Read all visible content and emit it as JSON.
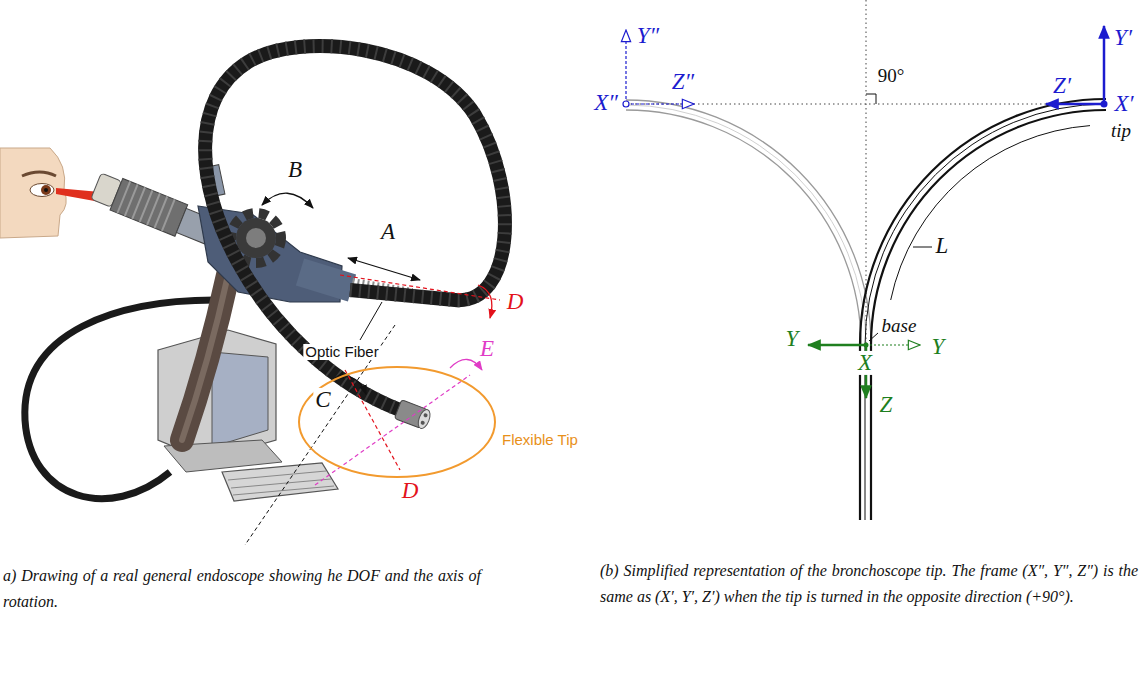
{
  "diagram": {
    "nodes": [
      {
        "text": [
          "Flexible Tip"
        ]
      }
    ],
    "labels": [
      "B",
      "A",
      "D",
      "E",
      "Optic Fiber",
      "C",
      "D",
      "a) Drawing of a real general endoscope showing he DOF and the axis of rotation.",
      "Y″",
      "Z″",
      "X″",
      "90°",
      "L",
      "Y′",
      "Z′",
      "X′",
      "tip",
      "base",
      "Y",
      "X",
      "Y",
      "Z",
      "(b) Simplified representation of the bronchoscope tip. The frame (X″, Y″, Z″) is the same as (X′, Y′, Z′) when the tip is turned in the opposite direction (+90°)."
    ]
  }
}
